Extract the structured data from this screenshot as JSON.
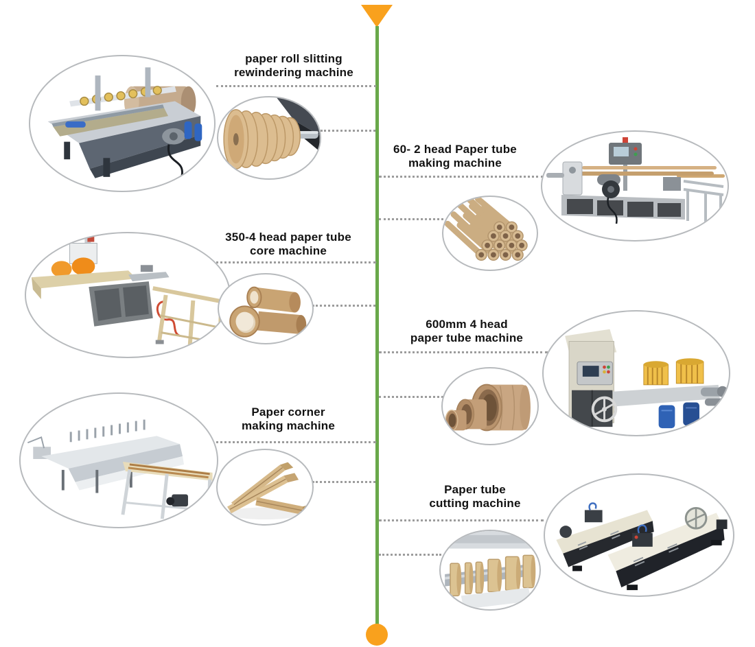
{
  "diagram": {
    "type": "production-flow-timeline",
    "orientation": "vertical"
  },
  "colors": {
    "timeline_green": "#69a84a",
    "marker_orange": "#f9a11d",
    "label_text": "#121212",
    "connector_dots": "#9c9c9c",
    "kraft_paper": "#c9a473",
    "machine_gray": "#b9bdc1"
  },
  "timeline": {
    "start_marker": "down-triangle",
    "end_marker": "circle"
  },
  "items": [
    {
      "side": "left",
      "label_line1": "paper roll slitting",
      "label_line2": "rewindering machine",
      "machine_image": "paper-roll-slitting-rewinding-machine",
      "product_image": "slit-paper-rolls"
    },
    {
      "side": "right",
      "label_line1": "60- 2 head Paper tube",
      "label_line2": "making machine",
      "machine_image": "two-head-paper-tube-making-machine",
      "product_image": "paper-tube-bundle"
    },
    {
      "side": "left",
      "label_line1": "350-4 head paper tube",
      "label_line2": "core machine",
      "machine_image": "four-head-paper-tube-core-machine",
      "product_image": "paper-tube-cores"
    },
    {
      "side": "right",
      "label_line1": "600mm 4 head",
      "label_line2": "paper tube machine",
      "machine_image": "600mm-four-head-paper-tube-machine",
      "product_image": "nested-paper-tubes"
    },
    {
      "side": "left",
      "label_line1": "Paper corner",
      "label_line2": "making machine",
      "machine_image": "paper-corner-making-machine",
      "product_image": "paper-corner-protectors"
    },
    {
      "side": "right",
      "label_line1": "Paper tube",
      "label_line2": "cutting machine",
      "machine_image": "paper-tube-cutting-machine",
      "product_image": "cut-paper-tube-rings"
    }
  ]
}
